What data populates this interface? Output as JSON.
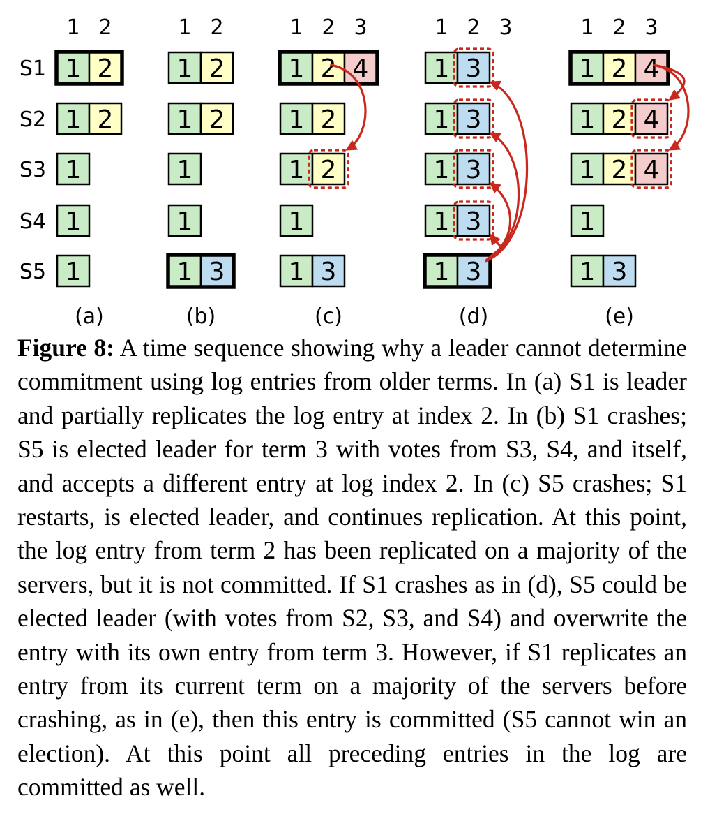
{
  "colors": {
    "term1": "#c9ebc5",
    "term2": "#ffffc6",
    "term3": "#bddcf0",
    "term4": "#f4cccc",
    "arrow": "#c8291c",
    "border": "#000000"
  },
  "diagram": {
    "servers": [
      "S1",
      "S2",
      "S3",
      "S4",
      "S5"
    ],
    "panels": [
      {
        "label": "(a)",
        "indices": [
          "1",
          "2"
        ],
        "leader": "S1",
        "logs": [
          [
            "1",
            "2"
          ],
          [
            "1",
            "2"
          ],
          [
            "1"
          ],
          [
            "1"
          ],
          [
            "1"
          ]
        ],
        "highlights": [],
        "arrows": []
      },
      {
        "label": "(b)",
        "indices": [
          "1",
          "2"
        ],
        "leader": "S5",
        "logs": [
          [
            "1",
            "2"
          ],
          [
            "1",
            "2"
          ],
          [
            "1"
          ],
          [
            "1"
          ],
          [
            "1",
            "3"
          ]
        ],
        "highlights": [],
        "arrows": []
      },
      {
        "label": "(c)",
        "indices": [
          "1",
          "2",
          "3"
        ],
        "leader": "S1",
        "logs": [
          [
            "1",
            "2",
            "4"
          ],
          [
            "1",
            "2"
          ],
          [
            "1",
            "2"
          ],
          [
            "1"
          ],
          [
            "1",
            "3"
          ]
        ],
        "highlights": [
          {
            "server": "S3",
            "index": 2
          }
        ],
        "arrows": [
          {
            "from": "S1",
            "to": "S3",
            "index": 2
          }
        ]
      },
      {
        "label": "(d)",
        "indices": [
          "1",
          "2",
          "3"
        ],
        "leader": "S5",
        "logs": [
          [
            "1",
            "3"
          ],
          [
            "1",
            "3"
          ],
          [
            "1",
            "3"
          ],
          [
            "1",
            "3"
          ],
          [
            "1",
            "3"
          ]
        ],
        "highlights": [
          {
            "server": "S1",
            "index": 2
          },
          {
            "server": "S2",
            "index": 2
          },
          {
            "server": "S3",
            "index": 2
          },
          {
            "server": "S4",
            "index": 2
          }
        ],
        "arrows": [
          {
            "from": "S5",
            "to": "S1",
            "index": 2
          },
          {
            "from": "S5",
            "to": "S2",
            "index": 2
          },
          {
            "from": "S5",
            "to": "S3",
            "index": 2
          },
          {
            "from": "S5",
            "to": "S4",
            "index": 2
          }
        ]
      },
      {
        "label": "(e)",
        "indices": [
          "1",
          "2",
          "3"
        ],
        "leader": "S1",
        "logs": [
          [
            "1",
            "2",
            "4"
          ],
          [
            "1",
            "2",
            "4"
          ],
          [
            "1",
            "2",
            "4"
          ],
          [
            "1"
          ],
          [
            "1",
            "3"
          ]
        ],
        "highlights": [
          {
            "server": "S2",
            "index": 3
          },
          {
            "server": "S3",
            "index": 3
          }
        ],
        "arrows": [
          {
            "from": "S1",
            "to": "S2",
            "index": 3
          },
          {
            "from": "S1",
            "to": "S3",
            "index": 3
          }
        ]
      }
    ]
  },
  "caption": {
    "label": "Figure 8:",
    "text": "A time sequence showing why a leader cannot determine commitment using log entries from older terms. In (a) S1 is leader and partially replicates the log entry at index 2. In (b) S1 crashes; S5 is elected leader for term 3 with votes from S3, S4, and itself, and accepts a different entry at log index 2. In (c) S5 crashes; S1 restarts, is elected leader, and continues replication. At this point, the log entry from term 2 has been replicated on a majority of the servers, but it is not committed. If S1 crashes as in (d), S5 could be elected leader (with votes from S2, S3, and S4) and overwrite the entry with its own entry from term 3. However, if S1 replicates an entry from its current term on a majority of the servers before crashing, as in (e), then this entry is committed (S5 cannot win an election). At this point all preceding entries in the log are committed as well."
  }
}
